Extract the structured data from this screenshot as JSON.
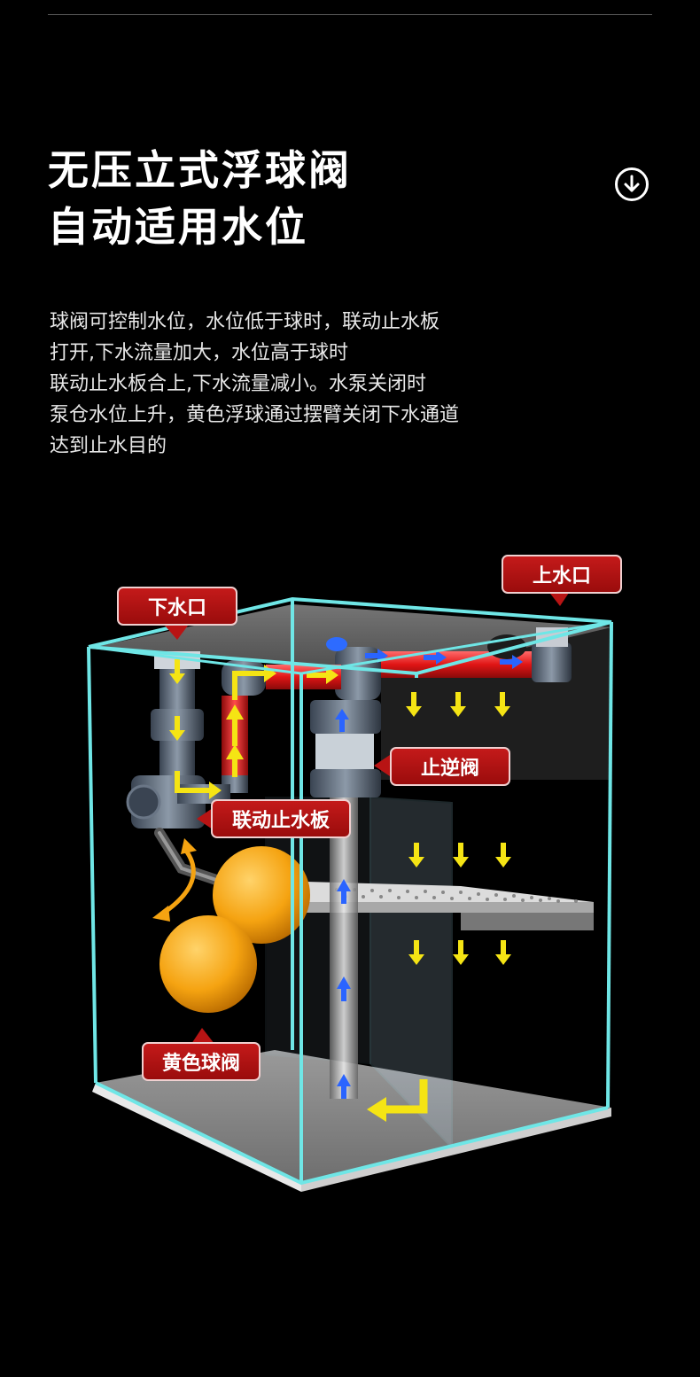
{
  "header": {
    "title_line1": "无压立式浮球阀",
    "title_line2": "自动适用水位"
  },
  "icons": {
    "scroll_down": "arrow-down-circle-icon"
  },
  "description": {
    "lines": [
      "球阀可控制水位，水位低于球时，联动止水板",
      "打开,下水流量加大，水位高于球时",
      "联动止水板合上,下水流量减小。水泵关闭时",
      "泵仓水位上升，黄色浮球通过摆臂关闭下水通道",
      "达到止水目的"
    ]
  },
  "diagram": {
    "labels": {
      "outlet": "下水口",
      "inlet": "上水口",
      "check_valve": "止逆阀",
      "linked_stop_plate": "联动止水板",
      "yellow_ball_valve": "黄色球阀"
    },
    "colors": {
      "tag_red": "#b81414",
      "glass_edge": "#6fe6e6",
      "flow_yellow": "#f5e414",
      "flow_blue": "#2a64ff",
      "pipe_red": "#e01818",
      "ball_orange": "#f5a311"
    }
  }
}
